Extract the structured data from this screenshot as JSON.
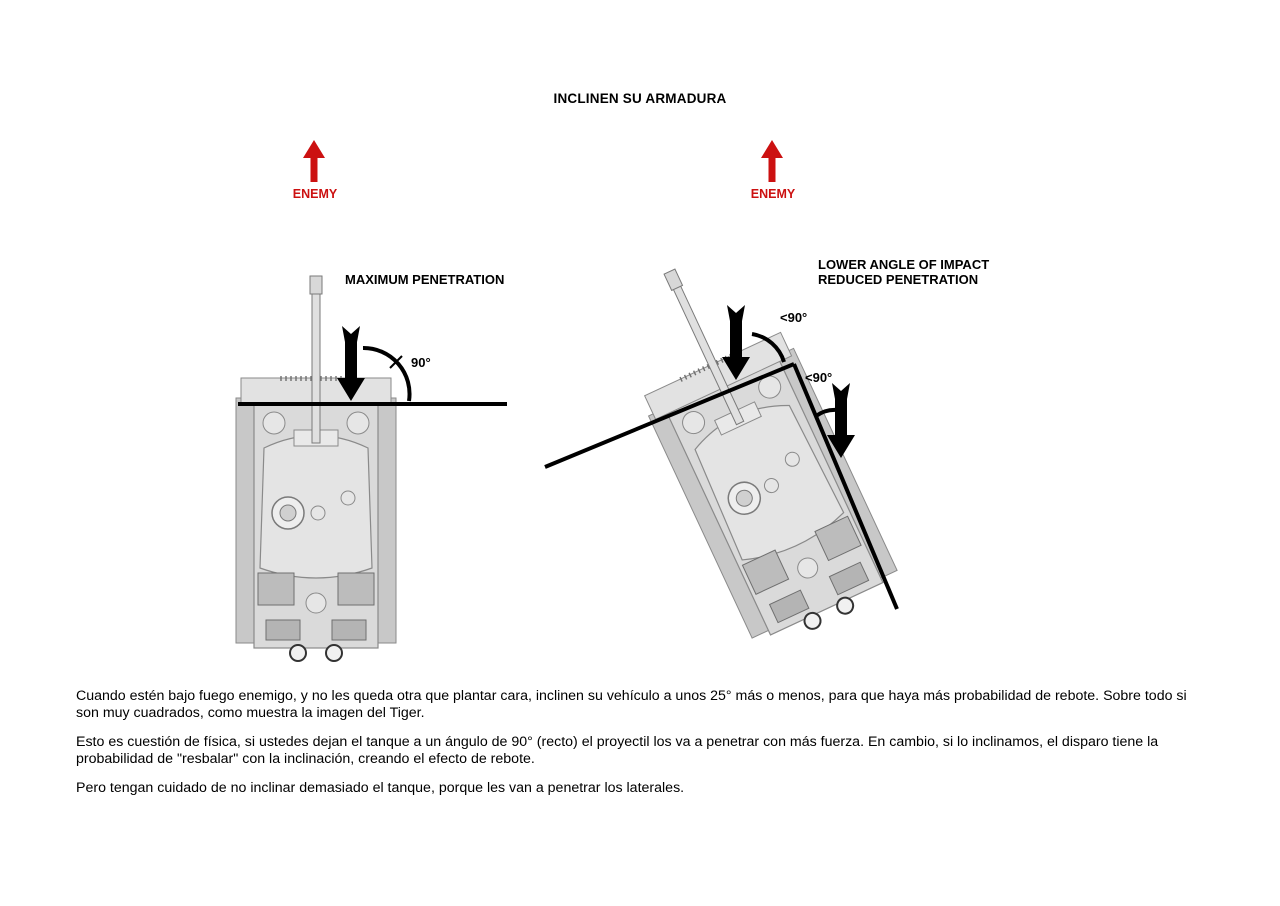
{
  "document": {
    "title": "INCLINEN SU ARMADURA",
    "paragraphs": [
      "Cuando estén bajo fuego enemigo, y no les queda otra que plantar cara, inclinen su vehículo a unos 25° más o menos, para que haya más probabilidad de rebote. Sobre todo si son muy cuadrados, como muestra la imagen del Tiger.",
      "Esto es cuestión de física, si ustedes dejan el tanque a un ángulo de 90° (recto) el proyectil los va a penetrar con más fuerza. En cambio, si lo inclinamos, el disparo tiene la probabilidad de \"resbalar\" con la inclinación, creando el efecto de rebote.",
      "Pero tengan cuidado de no inclinar demasiado el tanque, porque les van a penetrar los laterales."
    ]
  },
  "diagram": {
    "left": {
      "enemy_label": "ENEMY",
      "caption": "MAXIMUM PENETRATION",
      "angle_label": "90°"
    },
    "right": {
      "enemy_label": "ENEMY",
      "caption_line1": "LOWER ANGLE OF IMPACT",
      "caption_line2": "REDUCED PENETRATION",
      "angle_label_front": "<90°",
      "angle_label_side": "<90°"
    },
    "colors": {
      "enemy_arrow": "#cc1111",
      "tank_body": "#d6d6d6",
      "tank_outline": "#8a8a8a",
      "line": "#000000"
    }
  }
}
